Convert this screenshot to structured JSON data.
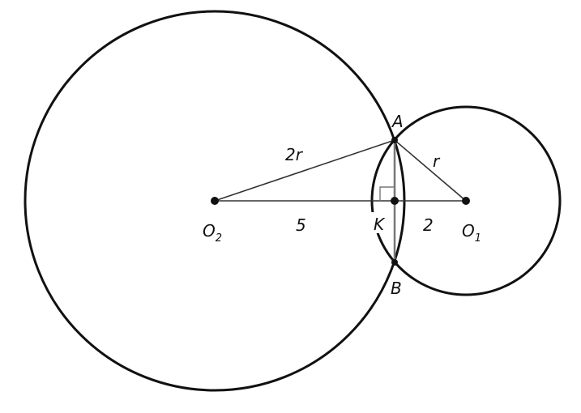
{
  "diagram": {
    "points": {
      "A": "A",
      "B": "B",
      "K": "K",
      "O1": {
        "base": "O",
        "sub": "1"
      },
      "O2": {
        "base": "O",
        "sub": "2"
      }
    },
    "segment_labels": {
      "O2A": "2r",
      "O1A": "r",
      "O2K": "5",
      "KO1": "2"
    },
    "colors": {
      "stroke": "#111111",
      "background": "#ffffff"
    }
  }
}
